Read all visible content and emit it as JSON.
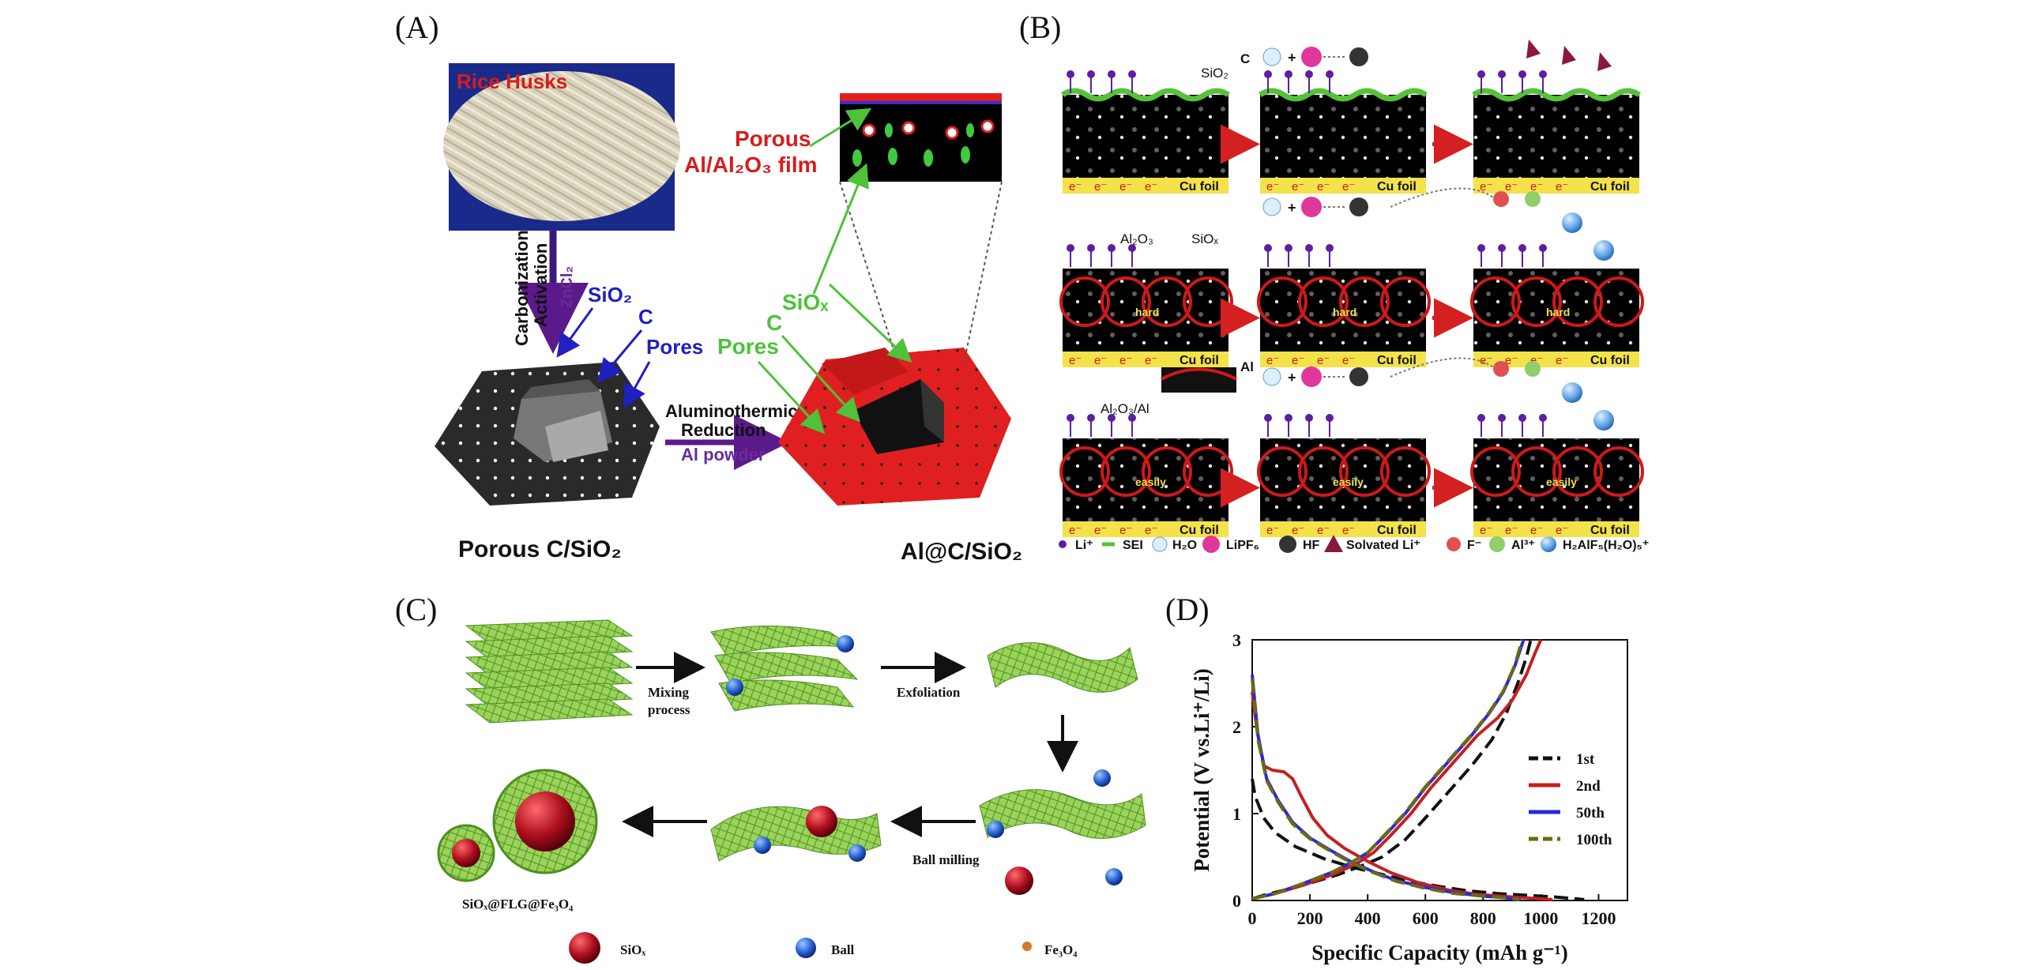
{
  "panels": {
    "A": {
      "letter": "(A)",
      "rice_husks": "Rice Husks",
      "step1_line1": "Carbonization",
      "step1_line2": "Activation",
      "step1_reagent": "ZnCl₂",
      "sio2": "SiO₂",
      "c": "C",
      "pores": "Pores",
      "step2_line1": "Aluminothermic",
      "step2_line2": "Reduction",
      "step2_reagent": "Al powder",
      "left_product": "Porous C/SiO₂",
      "film_line1": "Porous",
      "film_line2": "Al/Al₂O₃ film",
      "siox": "SiOₓ",
      "c_green": "C",
      "pores_green": "Pores",
      "right_product": "Al@C/SiO₂"
    },
    "B": {
      "letter": "(B)",
      "sio2": "SiO₂",
      "c": "C",
      "cu_foil": "Cu foil",
      "al2o3": "Al₂O₃",
      "siox": "SiOₓ",
      "al2o3_al": "Al₂O₃/Al",
      "al": "Al",
      "hard": "hard",
      "easily": "easily",
      "electron": "e⁻",
      "legend": [
        "Li⁺",
        "SEI",
        "H₂O",
        "LiPF₆",
        "HF",
        "Solvated Li⁺",
        "F⁻",
        "Al³⁺",
        "H₂AlF₅(H₂O)₅⁺"
      ],
      "colors": {
        "li": "#5b1fa0",
        "sei": "#55c23a",
        "lipf6": "#e0389a",
        "hf": "#333333",
        "f": "#e05050",
        "al3": "#8fce6b",
        "h2alf": "#5aa0e6",
        "cu": "#f3e24a",
        "arrow": "#d42020"
      }
    },
    "C": {
      "letter": "(C)",
      "mixing_line1": "Mixing",
      "mixing_line2": "process",
      "exfoliation": "Exfoliation",
      "ball_milling": "Ball milling",
      "product": "SiOₓ@FLG@Fe₃O₄",
      "legend": [
        "SiOₓ",
        "Ball",
        "Fe₃O₄"
      ],
      "colors": {
        "graphene": "#7ec43a",
        "siox": "#b01020",
        "ball": "#2a64d6",
        "fe3o4": "#d27a25"
      }
    },
    "D": {
      "letter": "(D)"
    }
  },
  "chart_data": {
    "type": "line",
    "xlabel": "Specific Capacity (mAh g⁻¹)",
    "ylabel": "Potential (V vs.Li⁺/Li)",
    "xlim": [
      0,
      1300
    ],
    "ylim": [
      0,
      3
    ],
    "xticks": [
      0,
      200,
      400,
      600,
      800,
      1000,
      1200
    ],
    "yticks": [
      0,
      1,
      2,
      3
    ],
    "legend_position": "right",
    "series": [
      {
        "name": "1st",
        "color": "#111111",
        "dash": true,
        "discharge": [
          [
            0,
            1.4
          ],
          [
            10,
            1.2
          ],
          [
            40,
            0.95
          ],
          [
            80,
            0.78
          ],
          [
            150,
            0.62
          ],
          [
            250,
            0.48
          ],
          [
            350,
            0.38
          ],
          [
            450,
            0.3
          ],
          [
            550,
            0.22
          ],
          [
            650,
            0.16
          ],
          [
            750,
            0.11
          ],
          [
            850,
            0.08
          ],
          [
            950,
            0.06
          ],
          [
            1050,
            0.04
          ],
          [
            1120,
            0.02
          ],
          [
            1150,
            0.01
          ]
        ],
        "charge": [
          [
            0,
            0.02
          ],
          [
            40,
            0.06
          ],
          [
            100,
            0.11
          ],
          [
            200,
            0.2
          ],
          [
            300,
            0.3
          ],
          [
            380,
            0.4
          ],
          [
            450,
            0.5
          ],
          [
            530,
            0.7
          ],
          [
            600,
            0.95
          ],
          [
            680,
            1.25
          ],
          [
            760,
            1.55
          ],
          [
            830,
            1.85
          ],
          [
            880,
            2.15
          ],
          [
            920,
            2.5
          ],
          [
            950,
            2.8
          ],
          [
            965,
            3.0
          ]
        ]
      },
      {
        "name": "2nd",
        "color": "#c42020",
        "dash": false,
        "discharge": [
          [
            0,
            2.4
          ],
          [
            15,
            2.0
          ],
          [
            40,
            1.55
          ],
          [
            70,
            1.5
          ],
          [
            110,
            1.48
          ],
          [
            140,
            1.4
          ],
          [
            170,
            1.2
          ],
          [
            210,
            0.95
          ],
          [
            260,
            0.75
          ],
          [
            320,
            0.6
          ],
          [
            400,
            0.45
          ],
          [
            480,
            0.32
          ],
          [
            580,
            0.2
          ],
          [
            680,
            0.12
          ],
          [
            780,
            0.07
          ],
          [
            900,
            0.04
          ],
          [
            1000,
            0.02
          ],
          [
            1040,
            0.01
          ]
        ],
        "charge": [
          [
            0,
            0.02
          ],
          [
            80,
            0.08
          ],
          [
            180,
            0.18
          ],
          [
            280,
            0.3
          ],
          [
            360,
            0.42
          ],
          [
            420,
            0.55
          ],
          [
            480,
            0.75
          ],
          [
            550,
            1.0
          ],
          [
            620,
            1.3
          ],
          [
            700,
            1.6
          ],
          [
            780,
            1.9
          ],
          [
            850,
            2.1
          ],
          [
            900,
            2.3
          ],
          [
            950,
            2.6
          ],
          [
            980,
            2.85
          ],
          [
            1000,
            3.0
          ]
        ]
      },
      {
        "name": "50th",
        "color": "#2a2ad6",
        "dash": false,
        "discharge": [
          [
            0,
            2.6
          ],
          [
            20,
            1.9
          ],
          [
            50,
            1.4
          ],
          [
            90,
            1.15
          ],
          [
            140,
            0.9
          ],
          [
            200,
            0.72
          ],
          [
            270,
            0.58
          ],
          [
            340,
            0.45
          ],
          [
            420,
            0.33
          ],
          [
            500,
            0.23
          ],
          [
            600,
            0.15
          ],
          [
            700,
            0.09
          ],
          [
            800,
            0.05
          ],
          [
            880,
            0.03
          ],
          [
            930,
            0.01
          ]
        ],
        "charge": [
          [
            0,
            0.02
          ],
          [
            80,
            0.08
          ],
          [
            180,
            0.2
          ],
          [
            280,
            0.33
          ],
          [
            350,
            0.45
          ],
          [
            400,
            0.55
          ],
          [
            460,
            0.75
          ],
          [
            530,
            1.0
          ],
          [
            600,
            1.3
          ],
          [
            680,
            1.6
          ],
          [
            760,
            1.9
          ],
          [
            820,
            2.15
          ],
          [
            870,
            2.4
          ],
          [
            910,
            2.7
          ],
          [
            940,
            3.0
          ]
        ]
      },
      {
        "name": "100th",
        "color": "#6b6b10",
        "dash": true,
        "discharge": [
          [
            0,
            2.55
          ],
          [
            20,
            1.85
          ],
          [
            50,
            1.38
          ],
          [
            90,
            1.13
          ],
          [
            140,
            0.88
          ],
          [
            200,
            0.71
          ],
          [
            270,
            0.57
          ],
          [
            340,
            0.44
          ],
          [
            420,
            0.32
          ],
          [
            500,
            0.22
          ],
          [
            600,
            0.14
          ],
          [
            700,
            0.08
          ],
          [
            800,
            0.05
          ],
          [
            880,
            0.03
          ],
          [
            925,
            0.01
          ]
        ],
        "charge": [
          [
            0,
            0.02
          ],
          [
            80,
            0.08
          ],
          [
            180,
            0.2
          ],
          [
            280,
            0.33
          ],
          [
            350,
            0.45
          ],
          [
            400,
            0.55
          ],
          [
            460,
            0.76
          ],
          [
            530,
            1.01
          ],
          [
            600,
            1.31
          ],
          [
            680,
            1.61
          ],
          [
            760,
            1.91
          ],
          [
            820,
            2.16
          ],
          [
            870,
            2.41
          ],
          [
            910,
            2.71
          ],
          [
            935,
            3.0
          ]
        ]
      }
    ]
  }
}
